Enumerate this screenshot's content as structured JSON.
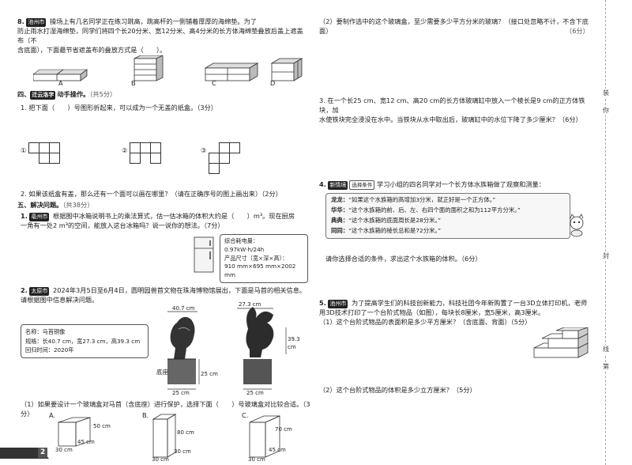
{
  "left": {
    "q8_num": "8.",
    "q8_tag": "池州市",
    "q8_text1": "操场上有几名同学正在练习跳高，跳高杆的一侧铺着厚厚的海绵垫。为了",
    "q8_text2": "防止雨水打湿海绵垫，同学们将四个长20分米、宽12分米、高4分米的长方体海绵垫叠放后盖上遮盖布（不",
    "q8_text3": "含底面），下面最节省遮盖布的叠放方式是（　　）。",
    "q8_options": [
      "A",
      "B",
      "C",
      "D"
    ],
    "sec4_title": "四、",
    "sec4_tag": "迁云洛字",
    "sec4_title2": "动手操作。",
    "sec4_score": "（共5分）",
    "s4q1": "1. 把下面（　　）号图形折起来，可以成为一个无盖的纸盒。（3分）",
    "s4q1_labels": [
      "①",
      "②",
      "③"
    ],
    "s4q2": "2. 如果该纸盒有盖，那么还有一个面可以画在哪里？（请在正确序号的图上画出来）（2分）",
    "sec5_title": "五、解决问题。",
    "sec5_score": "（共38分）",
    "s5q1_num": "1.",
    "s5q1_tag": "亳州市",
    "s5q1_text1": "根据图中冰箱说明书上的乘法算式，估一估冰箱的体积大约是（　　）m³。现在厨房",
    "s5q1_text2": "一角有一处2 m³的空间，能放入这台冰箱吗？说一说你的想法。（7分）",
    "fridge_info": [
      "综合耗电量：",
      "0.97kW·h/24h",
      "产品尺寸（宽×深×高）：",
      "910 mm×695 mm×2002 mm"
    ],
    "s5q2_num": "2.",
    "s5q2_tag": "太原市",
    "s5q2_text1": "2024年3月5日至6月4日，圆明园兽首文物在珠海博物馆展出，下面是马首的相关信息。",
    "s5q2_text2": "请根据图中信息解决问题。",
    "horse_info": [
      "名称：马首铜像",
      "规格：长40.7 cm，宽27.3 cm，高39.3 cm",
      "回归时间：2020年"
    ],
    "dims": {
      "top1": "40.7 cm",
      "top2": "27.3 cm",
      "side": "39.3 cm",
      "base_label": "底座",
      "base1": "25 cm",
      "base2": "25 cm",
      "base3": "25 cm"
    },
    "s5q2_sub1": "（1）如果要设计一个玻璃盒对马首（含底座）进行保护，选择下面（　　）号玻璃盒对比较合适。（3分）",
    "boxes": [
      {
        "label": "A.",
        "w": "30 cm",
        "d": "45 cm",
        "h": "50 cm"
      },
      {
        "label": "B.",
        "w": "30 cm",
        "d": "30 cm",
        "h": "80 cm"
      },
      {
        "label": "C.",
        "w": "30 cm",
        "d": "45 cm",
        "h": "70 cm"
      }
    ],
    "page_number": "2"
  },
  "right": {
    "q2_2": "（2）要制作选中的这个玻璃盒，至少需要多少平方分米的玻璃？（接口处忽略不计，不含下底面）",
    "q2_2_score": "（6分）",
    "q3": "3. 在一个长25 cm、宽12 cm、高20 cm的长方体玻璃缸中放入一个棱长是9 cm的正方体铁块，加",
    "q3b": "水使铁块完全浸没在水中。当铁块从水中取出后，玻璃缸中的水位下降了多少厘米？（6分）",
    "q4_num": "4.",
    "q4_tag": "新情境",
    "q4_ctag": "选择条件",
    "q4_text": "学习小组的四名同学对一个长方体水族箱做了观察和测量：",
    "q4_dialog": [
      {
        "who": "龙龙：",
        "say": "“如果这个水族箱的高增加3分米，就正好是一个正方体。”"
      },
      {
        "who": "华华：",
        "say": "“这个水族箱的前、后、左、右四个面的面积之和为112平方分米。”"
      },
      {
        "who": "典典：",
        "say": "“这个水族箱的底面周长是28分米。”"
      },
      {
        "who": "同同：",
        "say": "“这个水族箱的棱长总和是72分米。”"
      }
    ],
    "q4_ask": "请你选择合适的条件，求出这个水族箱的体积。（6分）",
    "q5_num": "5.",
    "q5_tag": "池州市",
    "q5_text1": "为了提高学生们的科技创新能力，科技社团今年新购置了一台3D立体打印机，老师",
    "q5_text2": "用3D技术打印了一个台阶式物品（如图），每块长8厘米，宽5厘米，高3厘米。",
    "q5_sub1": "（1）这个台阶式物品的表面积是多少平方厘米？（含底面、背面）（5分）",
    "q5_sub2": "（2）这个台阶式物品的体积是多少立方厘米？（5分）"
  },
  "seam": [
    "装",
    "你",
    "封",
    "线",
    "第"
  ]
}
